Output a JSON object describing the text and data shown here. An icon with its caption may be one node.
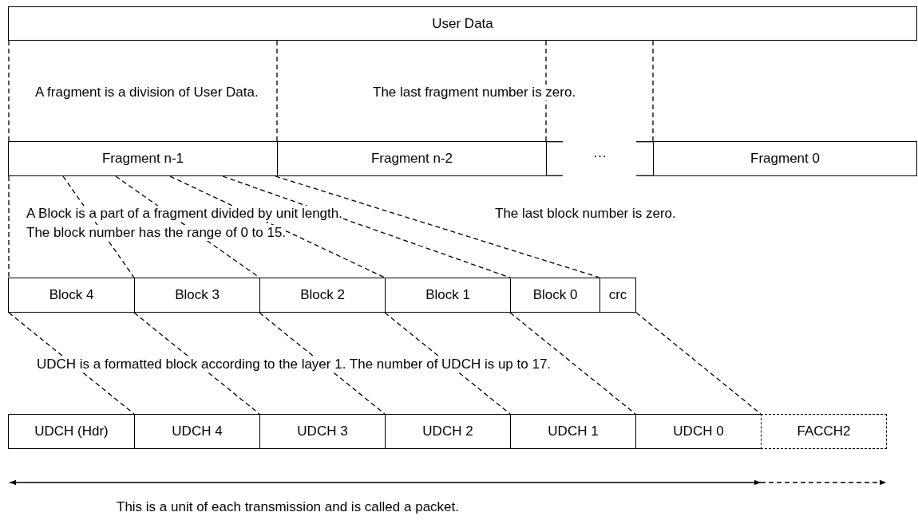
{
  "diagram": {
    "nodes": [
      {
        "text": [
          "User Data"
        ]
      },
      {
        "text": [
          "Fragment n-1"
        ]
      },
      {
        "text": [
          "Fragment n-2"
        ]
      },
      {
        "text": [
          "Fragment 0"
        ]
      },
      {
        "text": [
          "Block 4"
        ]
      },
      {
        "text": [
          "Block 3"
        ]
      },
      {
        "text": [
          "Block 2"
        ]
      },
      {
        "text": [
          "Block 1"
        ]
      },
      {
        "text": [
          "Block 0"
        ]
      },
      {
        "text": [
          "crc"
        ]
      },
      {
        "text": [
          "UDCH (Hdr)"
        ]
      },
      {
        "text": [
          "UDCH 4"
        ]
      },
      {
        "text": [
          "UDCH 3"
        ]
      },
      {
        "text": [
          "UDCH 2"
        ]
      },
      {
        "text": [
          "UDCH 1"
        ]
      },
      {
        "text": [
          "UDCH 0"
        ]
      },
      {
        "text": [
          "FACCH2"
        ]
      }
    ],
    "labels": [
      "A fragment is a division of User Data.",
      "The last fragment number is zero.",
      "···",
      "A Block is a part of a fragment divided by unit length.",
      "The last block number is zero.",
      "The block number has the range of 0 to 15.",
      "UDCH is a formatted block according to the layer 1. The number of UDCH is up to 17.",
      "This is a unit of each transmission and is called a packet."
    ]
  }
}
